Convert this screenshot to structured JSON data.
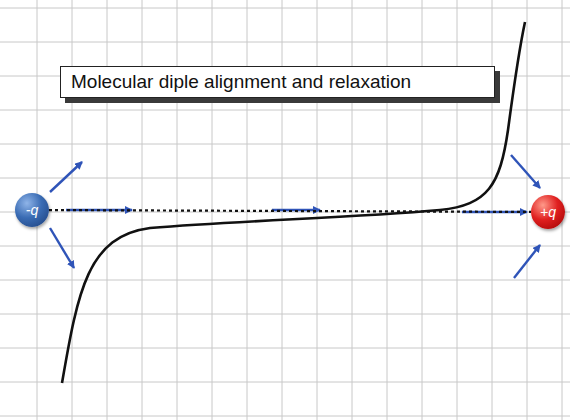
{
  "diagram": {
    "title": "Molecular diple alignment and relaxation",
    "nodes": [
      {
        "text": [
          "-q"
        ]
      },
      {
        "text": [
          "+q"
        ]
      }
    ],
    "edges": [
      {
        "from": 0,
        "to": 1,
        "arrow": "none"
      }
    ]
  }
}
